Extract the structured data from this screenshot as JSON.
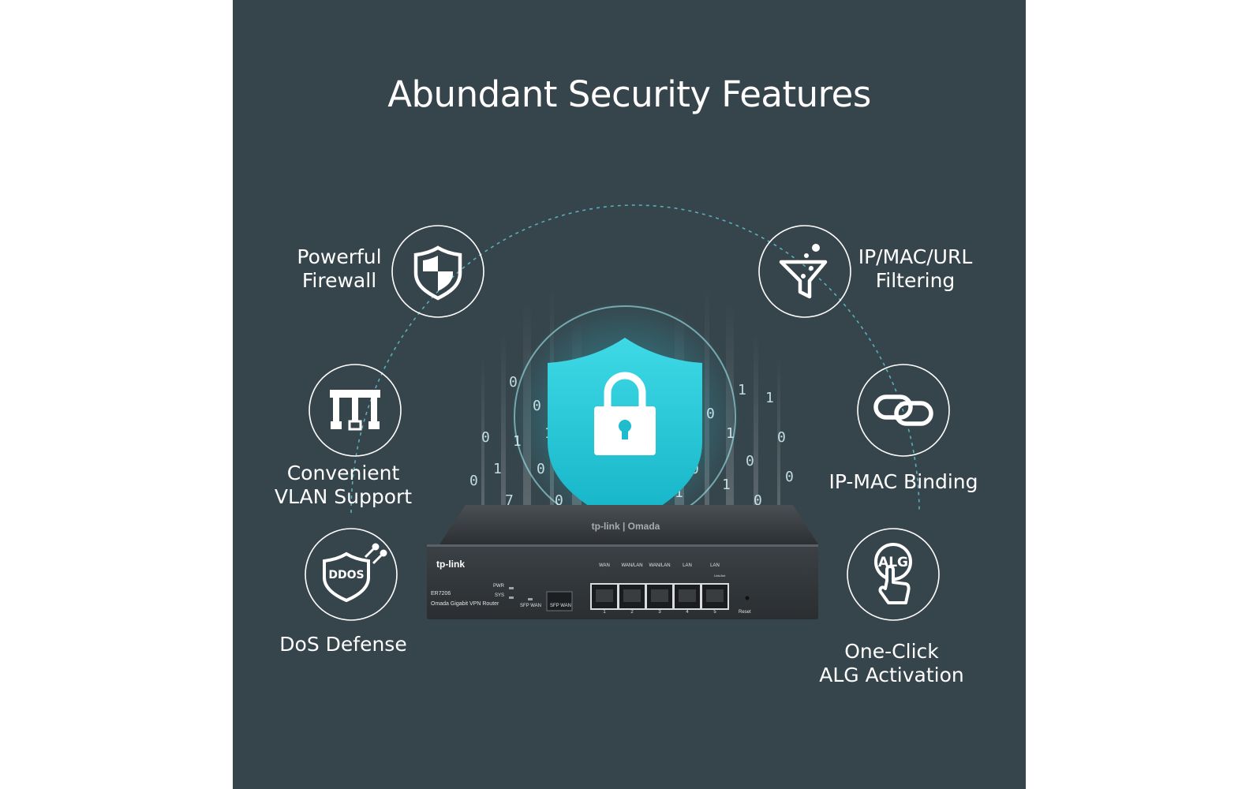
{
  "headline": "Abundant Security Features",
  "colors": {
    "background": "#36444b",
    "accent": "#2bc6d6",
    "text": "#ffffff"
  },
  "features": {
    "firewall": {
      "line1": "Powerful",
      "line2": "Firewall",
      "icon": "shield-icon"
    },
    "filtering": {
      "line1": "IP/MAC/URL",
      "line2": "Filtering",
      "icon": "funnel-icon"
    },
    "vlan": {
      "line1": "Convenient",
      "line2": "VLAN Support",
      "icon": "vlan-icon"
    },
    "binding": {
      "line1": "IP-MAC Binding",
      "icon": "link-icon"
    },
    "dos": {
      "line1": "DoS Defense",
      "icon": "ddos-shield-icon",
      "icon_text": "DDOS"
    },
    "alg": {
      "line1": "One-Click",
      "line2": "ALG Activation",
      "icon": "alg-click-icon",
      "icon_text": "ALG"
    }
  },
  "device": {
    "brand_top": "tp-link | Omada",
    "brand": "tp-link",
    "model": "ER7206",
    "description": "Omada Gigabit VPN Router",
    "leds": [
      "PWR",
      "SYS"
    ],
    "sfp_labels": [
      "SFP WAN",
      "SFP WAN"
    ],
    "port_labels": [
      "WAN",
      "WAN/LAN",
      "WAN/LAN",
      "LAN",
      "LAN"
    ],
    "port_numbers": [
      "1",
      "2",
      "3",
      "4",
      "5"
    ],
    "link_act": "Link/Act",
    "reset": "Reset"
  }
}
